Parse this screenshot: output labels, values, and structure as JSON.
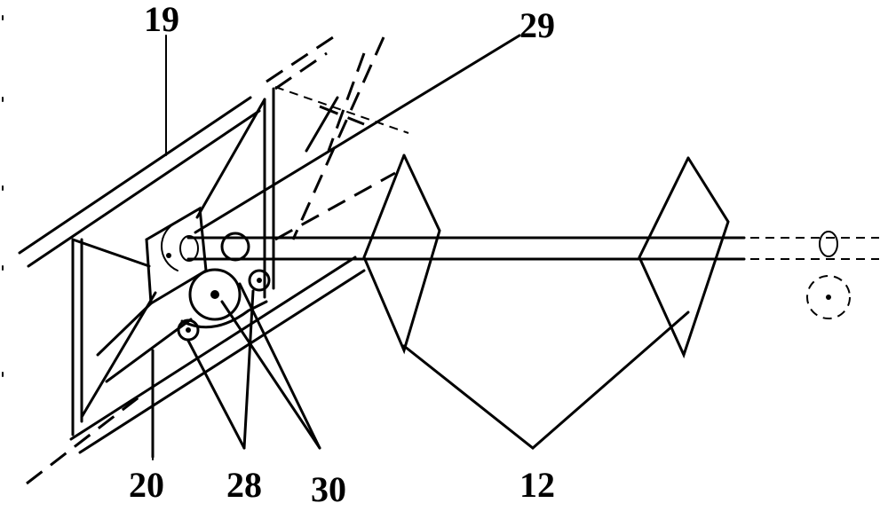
{
  "labels": {
    "l19": "19",
    "l29": "29",
    "l20": "20",
    "l28": "28",
    "l30": "30",
    "l12": "12"
  }
}
